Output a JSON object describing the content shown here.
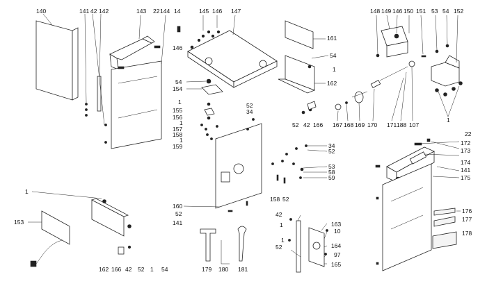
{
  "callouts": {
    "c140": "140",
    "c141a": "141",
    "c42a": "42",
    "c142": "142",
    "c143": "143",
    "c22a": "22",
    "c144": "144",
    "c14": "14",
    "c145": "145",
    "c146a": "146",
    "c147": "147",
    "c146b": "146",
    "c161": "161",
    "c54a": "54",
    "c1a": "1",
    "c162a": "162",
    "c148": "148",
    "c149": "149",
    "c146c": "146",
    "c150": "150",
    "c151": "151",
    "c53a": "53",
    "c54b": "54",
    "c152": "152",
    "c54c": "54",
    "c154": "154",
    "c1b": "1",
    "c155": "155",
    "c156": "156",
    "c1c": "1",
    "c157": "157",
    "c158": "158",
    "c1d": "1",
    "c159": "159",
    "c52a": "52",
    "c34a": "34",
    "c52b": "52",
    "c42b": "42",
    "c166a": "166",
    "c167": "167",
    "c168": "168",
    "c169": "169",
    "c170": "170",
    "c171": "171",
    "c188": "188",
    "c107": "107",
    "c1e": "1",
    "c22b": "22",
    "c172": "172",
    "c173": "173",
    "c174": "174",
    "c141b": "141",
    "c175": "175",
    "c34b": "34",
    "c52c": "52",
    "c53b": "53",
    "c58": "58",
    "c59": "59",
    "c158b": "158",
    "c52d": "52",
    "c176": "176",
    "c177": "177",
    "c178": "178",
    "c1f": "1",
    "c153": "153",
    "c160": "160",
    "c52e": "52",
    "c141c": "141",
    "c162b": "162",
    "c166b": "166",
    "c42c": "42",
    "c52f": "52",
    "c1g": "1",
    "c54d": "54",
    "c179": "179",
    "c180": "180",
    "c181": "181",
    "c42d": "42",
    "c1h": "1",
    "c163": "163",
    "c10": "10",
    "c1i": "1",
    "c52g": "52",
    "c164": "164",
    "c97": "97",
    "c165": "165"
  }
}
